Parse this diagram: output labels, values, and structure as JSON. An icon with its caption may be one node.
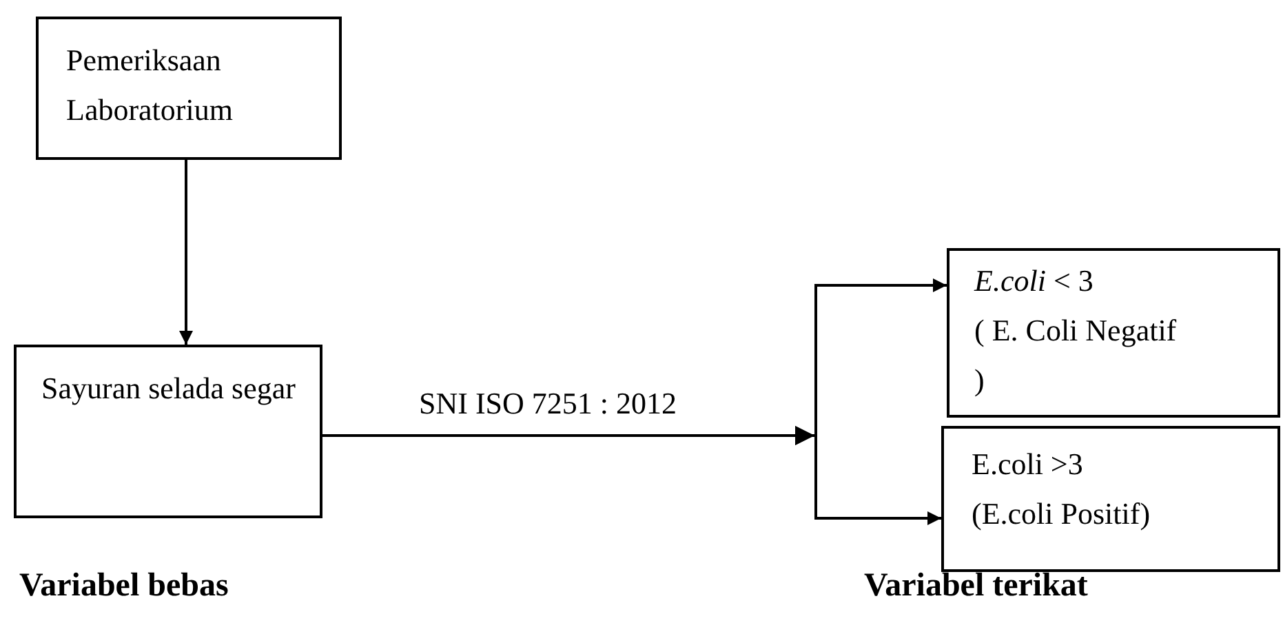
{
  "diagram": {
    "nodes": [
      {
        "text": [
          "Pemeriksaan Laboratorium"
        ]
      },
      {
        "text": [
          "Sayuran selada segar"
        ]
      },
      {
        "text": [
          "*E.coli* < 3",
          "( E. Coli Negatif )"
        ]
      },
      {
        "text": [
          "E.coli >3",
          "(E.coli Positif)"
        ]
      }
    ],
    "edges": [
      {
        "from": 0,
        "to": 1,
        "arrow": "to"
      },
      {
        "from": 1,
        "to": 2,
        "arrow": "to",
        "label": "SNI ISO 7251 : 2012"
      },
      {
        "from": 1,
        "to": 3,
        "arrow": "to"
      }
    ],
    "labels": [
      "Variabel bebas",
      "Variabel terikat"
    ]
  }
}
